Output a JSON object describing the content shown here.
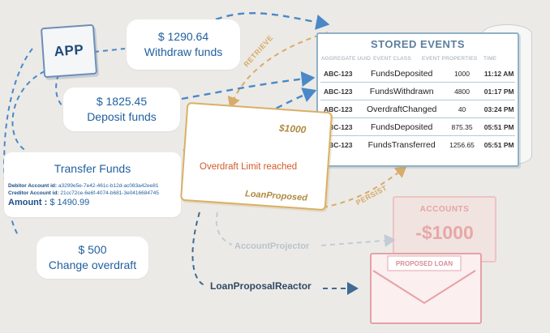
{
  "app": {
    "label": "APP"
  },
  "commands": {
    "withdraw": {
      "amount": "$ 1290.64",
      "label": "Withdraw funds"
    },
    "deposit": {
      "amount": "$ 1825.45",
      "label": "Deposit funds"
    },
    "transfer": {
      "title": "Transfer Funds",
      "debitor_label": "Debitor Account id:",
      "debitor_value": "a3299e5e-7e42-461c-b12d-ac083a42ee81",
      "creditor_label": "Creditor Account id:",
      "creditor_value": "21cc72ce-6e6f-4074-b681-3e0416684745",
      "amount_label": "Amount :",
      "amount_value": "$ 1490.99"
    },
    "overdraft": {
      "amount": "$ 500",
      "label": "Change overdraft"
    }
  },
  "store": {
    "title": "STORED EVENTS",
    "columns": [
      "AGGREGATE UUID",
      "EVENT CLASS",
      "EVENT PROPERTIES",
      "TIME"
    ],
    "rows": [
      {
        "uuid": "ABC-123",
        "event": "FundsDeposited",
        "props": "1000",
        "time": "11:12 AM"
      },
      {
        "uuid": "ABC-123",
        "event": "FundsWithdrawn",
        "props": "4800",
        "time": "01:17 PM"
      },
      {
        "uuid": "ABC-123",
        "event": "OverdraftChanged",
        "props": "40",
        "time": "03:24 PM"
      },
      {
        "uuid": "ABC-123",
        "event": "FundsDeposited",
        "props": "875.35",
        "time": "05:51 PM"
      },
      {
        "uuid": "ABC-123",
        "event": "FundsTransferred",
        "props": "1256.65",
        "time": "05:51 PM"
      }
    ]
  },
  "loan": {
    "amount": "$1000",
    "message": "Overdraft Limit reached",
    "name": "LoanProposed"
  },
  "flow_labels": {
    "retrieve": "RETRIEVE",
    "persist": "PERSIST"
  },
  "accounts": {
    "title": "ACCOUNTS",
    "value": "-$1000"
  },
  "proposed_loan": {
    "title": "PROPOSED LOAN"
  },
  "projector": "AccountProjector",
  "reactor": "LoanProposalReactor",
  "colors": {
    "blue_flow": "#4a88c8",
    "orange_flow": "#d7ab6a",
    "dark_flow": "#3e6a94"
  }
}
